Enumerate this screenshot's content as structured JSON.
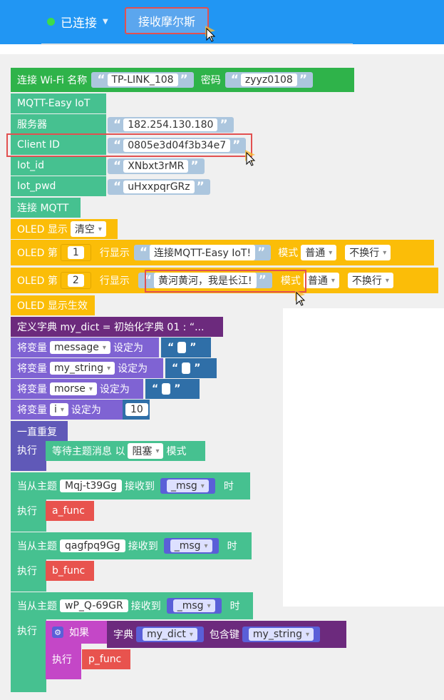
{
  "header": {
    "status_label": "已连接",
    "receive_morse_button": "接收摩尔斯"
  },
  "wifi": {
    "label": "连接 Wi-Fi 名称",
    "ssid": "TP-LINK_108",
    "pwd_label": "密码",
    "pwd": "zyyz0108"
  },
  "mqtt": {
    "title": "MQTT-Easy IoT",
    "server_label": "服务器",
    "server": "182.254.130.180",
    "client_label": "Client ID",
    "client": "0805e3d04f3b34e7",
    "iotid_label": "Iot_id",
    "iotid": "XNbxt3rMR",
    "iotpwd_label": "Iot_pwd",
    "iotpwd": "uHxxpqrGRz",
    "connect": "连接 MQTT"
  },
  "oled": {
    "show_label": "OLED 显示",
    "clear": "清空",
    "row_label": "OLED 第",
    "row_show": "行显示",
    "mode_label": "模式",
    "row1": "1",
    "text1": "连接MQTT-Easy IoT!",
    "mode1": "普通",
    "wrap1": "不换行",
    "row2": "2",
    "text2": "黄河黄河，我是长江!",
    "mode2": "普通",
    "wrap2": "不换行",
    "effect": "OLED 显示生效"
  },
  "dict": {
    "label": "定义字典 my_dict = 初始化字典 01 : “..."
  },
  "vars": {
    "set_label": "将变量",
    "set_to": "设定为",
    "v1": "message",
    "v2": "my_string",
    "v3": "morse",
    "v4": "i",
    "v4_val": "10"
  },
  "loop": {
    "repeat": "一直重复",
    "exec": "执行",
    "wait": "等待主题消息 以",
    "block": "阻塞",
    "mode": "模式"
  },
  "topics": {
    "from": "当从主题",
    "recv": "接收到",
    "when": "时",
    "exec": "执行",
    "msg": "_msg",
    "t1": "Mqj-t39Gg",
    "f1": "a_func",
    "t2": "qagfpq9Gg",
    "f2": "b_func",
    "t3": "wP_Q-69GR",
    "if": "如果",
    "dict_label": "字典",
    "dict_var": "my_dict",
    "haskey": "包含键",
    "key_var": "my_string",
    "f3": "p_func"
  },
  "colors": {
    "blue_header": "#2196f3",
    "wifi_green": "#2fb34a",
    "mqtt_teal": "#46c190",
    "oled_yellow": "#fbbd08",
    "highlight_red": "#e25050"
  }
}
